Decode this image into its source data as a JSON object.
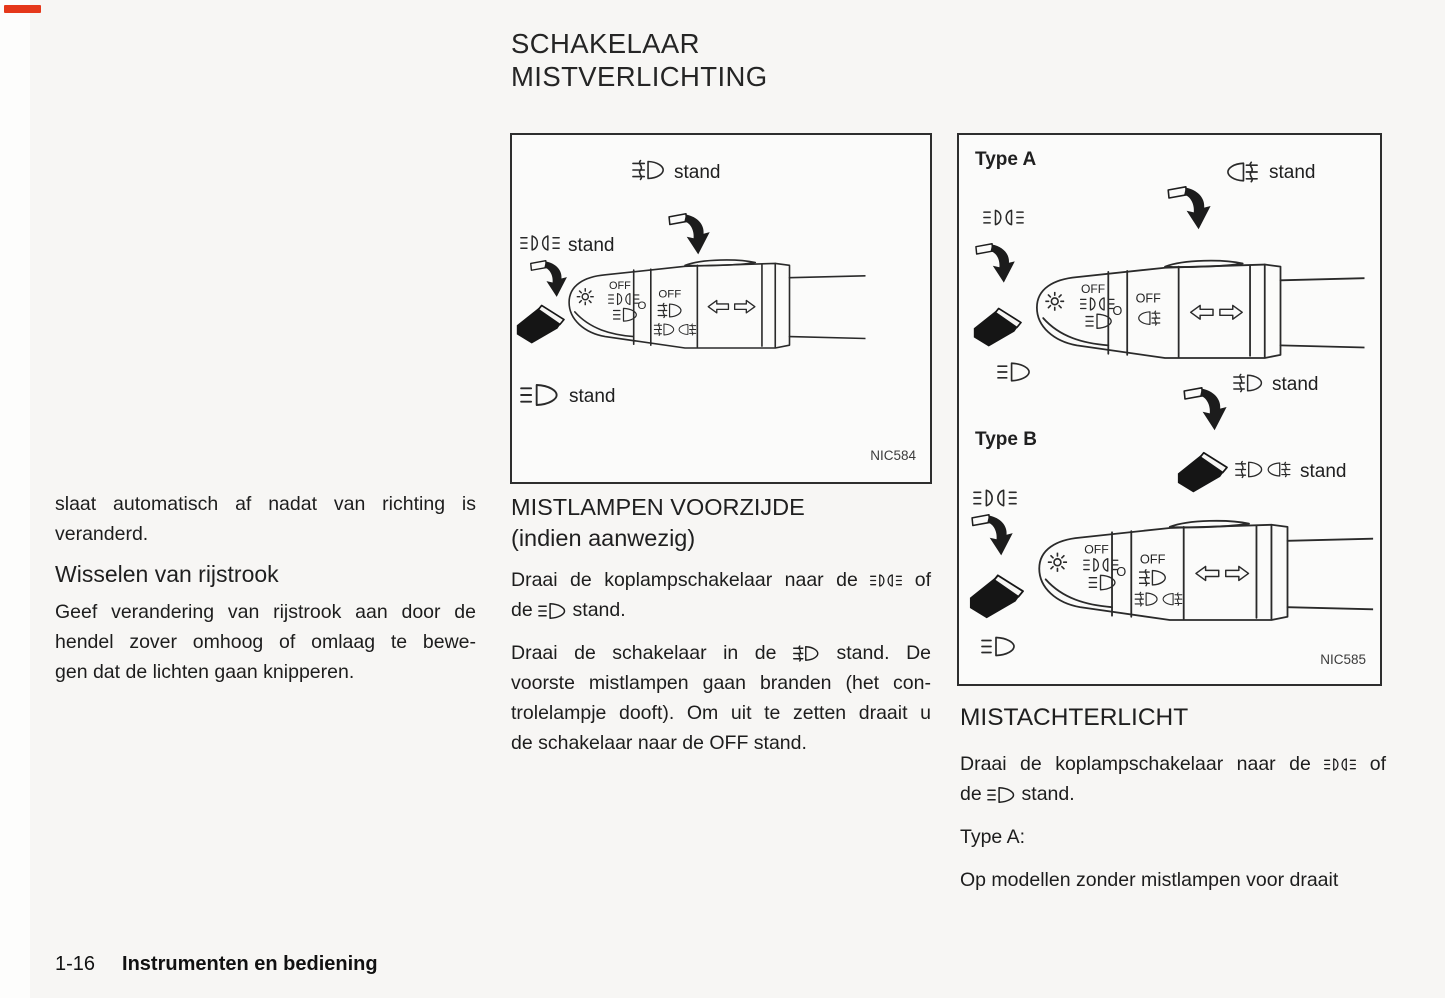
{
  "page": {
    "title_line1": "SCHAKELAAR",
    "title_line2": "MISTVERLICHTING",
    "footer_page_number": "1-16",
    "footer_section": "Instrumenten en bediening",
    "colors": {
      "paper": "#f7f6f4",
      "ink": "#1d1d1d",
      "scan_mark": "#e5381b"
    }
  },
  "icons": {
    "front_fog": "front-fog-light-icon",
    "rear_fog": "rear-fog-light-icon",
    "position_lights": "position-lights-icon",
    "low_beam": "low-beam-headlight-icon",
    "brightness": "brightness-sun-icon",
    "turn_signals": "turn-signal-arrows-icon",
    "rotate": "rotate-collar-arrow-icon",
    "lever": "stalk-end-lever-icon"
  },
  "figure1": {
    "code": "NIC584",
    "front_fog_stand": "stand",
    "position_stand": "stand",
    "low_beam_stand": "stand",
    "off_outer": "OFF",
    "ring_o": "O",
    "off_inner": "OFF"
  },
  "figure2": {
    "code": "NIC585",
    "type_a": "Type A",
    "type_b": "Type B",
    "rear_fog_stand": "stand",
    "front_fog_stand": "stand",
    "front_rear_fog_stand": "stand",
    "off_outer": "OFF",
    "ring_o": "O",
    "off_inner": "OFF"
  },
  "left_column": {
    "para1_line1": "slaat automatisch af nadat van richting is",
    "para1_line2": "veranderd.",
    "heading": "Wisselen van rijstrook",
    "para2_line1": "Geef verandering van rijstrook aan door de",
    "para2_line2": "hendel zover omhoog of omlaag te bewe-",
    "para2_line3": "gen dat de lichten gaan knipperen."
  },
  "middle_column": {
    "heading_line1": "MISTLAMPEN VOORZIJDE",
    "heading_line2": "(indien aanwezig)",
    "para1_l1_before": "Draai de koplampschakelaar naar de",
    "para1_l1_after": "of",
    "para1_l2_before": "de",
    "para1_l2_after": "stand.",
    "para2_l1_before": "Draai de schakelaar in de",
    "para2_l1_after": "stand. De",
    "para2_l2": "voorste mistlampen gaan branden (het con-",
    "para2_l3": "trolelampje dooft). Om uit te zetten draait u",
    "para2_l4": "de schakelaar naar de OFF stand."
  },
  "right_column": {
    "heading": "MISTACHTERLICHT",
    "para1_l1_before": "Draai de koplampschakelaar naar de",
    "para1_l1_after": "of",
    "para1_l2_before": "de",
    "para1_l2_after": "stand.",
    "type_label": "Type A:",
    "para2": "Op modellen zonder mistlampen voor draait"
  }
}
